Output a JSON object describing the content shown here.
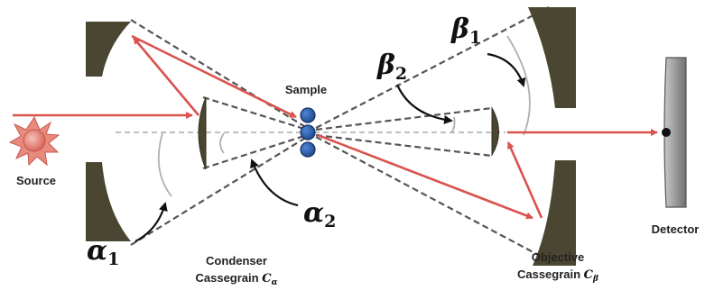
{
  "labels": {
    "source": "Source",
    "sample": "Sample",
    "detector": "Detector",
    "condenser_line1": "Condenser",
    "condenser_line2": "Cassegrain ",
    "condenser_symbol": "C",
    "condenser_sub": "α",
    "objective_line1": "Objective",
    "objective_line2": "Cassegrain ",
    "objective_symbol": "C",
    "objective_sub": "β"
  },
  "angles": {
    "alpha1": {
      "symbol": "α",
      "sub": "1"
    },
    "alpha2": {
      "symbol": "α",
      "sub": "2"
    },
    "beta1": {
      "symbol": "β",
      "sub": "1"
    },
    "beta2": {
      "symbol": "β",
      "sub": "2"
    }
  },
  "colors": {
    "beam": "#d9534f",
    "mirror": "#4a4631",
    "mirror_edge": "#2e2c1e",
    "dashed": "#555555",
    "axis": "#aaaaaa",
    "sample": "#2a5ea8",
    "detector": "#8a8a8a",
    "source": "#e88a7e"
  },
  "icons": {
    "source": "sun-burst-icon",
    "detector": "detector-plate-icon"
  }
}
